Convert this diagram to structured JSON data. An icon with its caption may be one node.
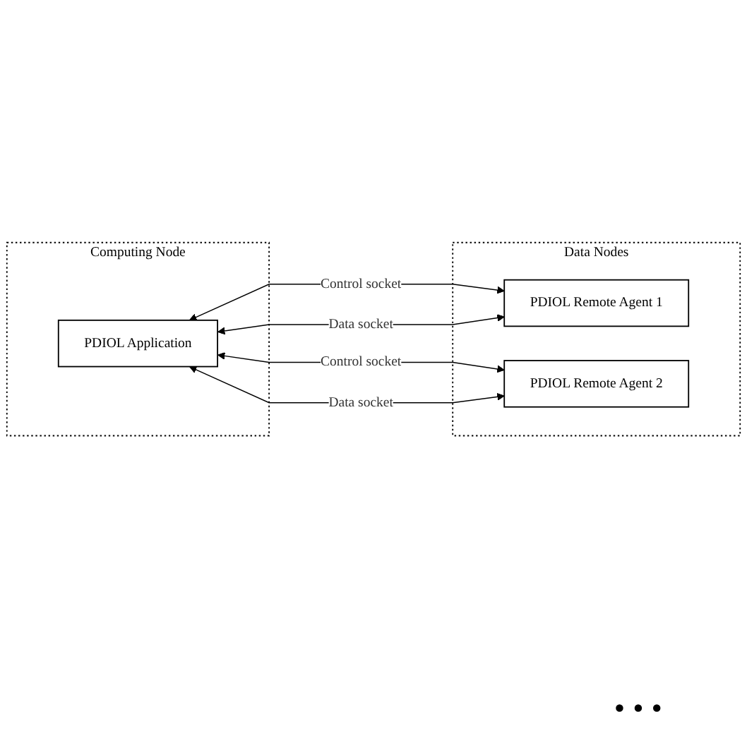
{
  "diagram": {
    "nodes": [
      {
        "text": [
          "Computing Node"
        ]
      },
      {
        "text": [
          "PDIOL Application"
        ],
        "in": 0
      },
      {
        "text": [
          "Data Nodes"
        ]
      },
      {
        "text": [
          "PDIOL Remote Agent 1"
        ],
        "in": 2
      },
      {
        "text": [
          "PDIOL Remote Agent 2"
        ],
        "in": 2
      }
    ],
    "edges": [
      {
        "from": 1,
        "to": 3,
        "arrow": "both",
        "label": "Control socket"
      },
      {
        "from": 1,
        "to": 3,
        "arrow": "both",
        "label": "Data socket"
      },
      {
        "from": 1,
        "to": 4,
        "arrow": "both",
        "label": "Control socket"
      },
      {
        "from": 1,
        "to": 4,
        "arrow": "both",
        "label": "Data socket"
      }
    ],
    "labels": [
      "• • •"
    ]
  }
}
